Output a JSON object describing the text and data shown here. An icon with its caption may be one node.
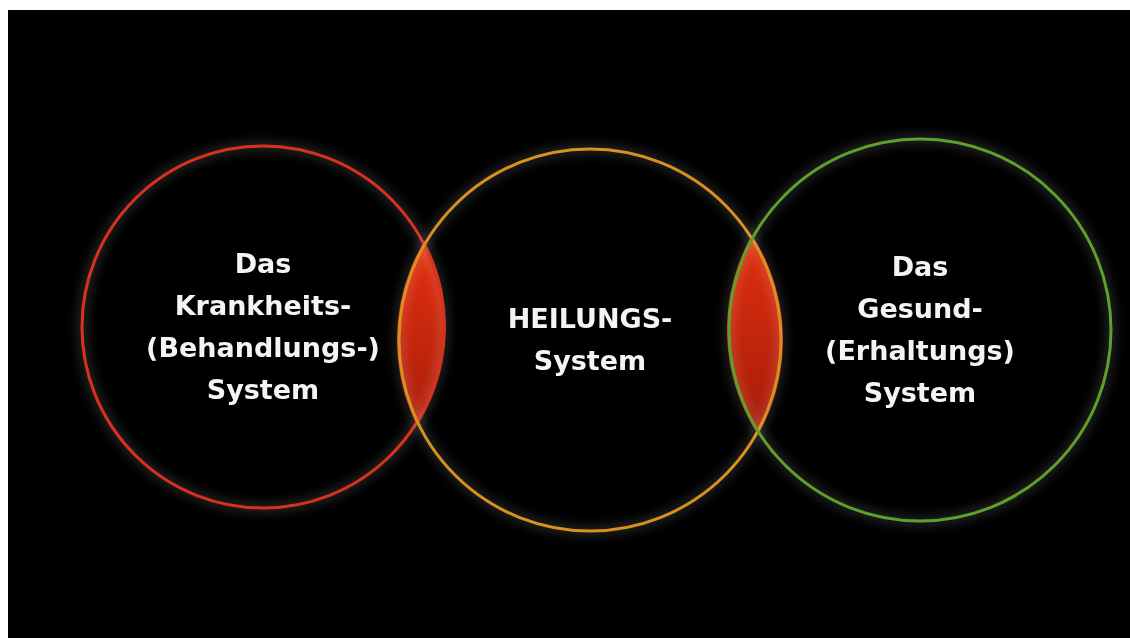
{
  "diagram": {
    "nodes": [
      {
        "text": [
          "Das Krankheits- (Behandlungs-) System"
        ]
      },
      {
        "text": [
          "HEILUNGS- System"
        ]
      },
      {
        "text": [
          "Das Gesund- (Erhaltungs) System"
        ]
      },
      {
        "text": [],
        "shape": "lens"
      },
      {
        "text": [],
        "shape": "lens"
      }
    ]
  }
}
